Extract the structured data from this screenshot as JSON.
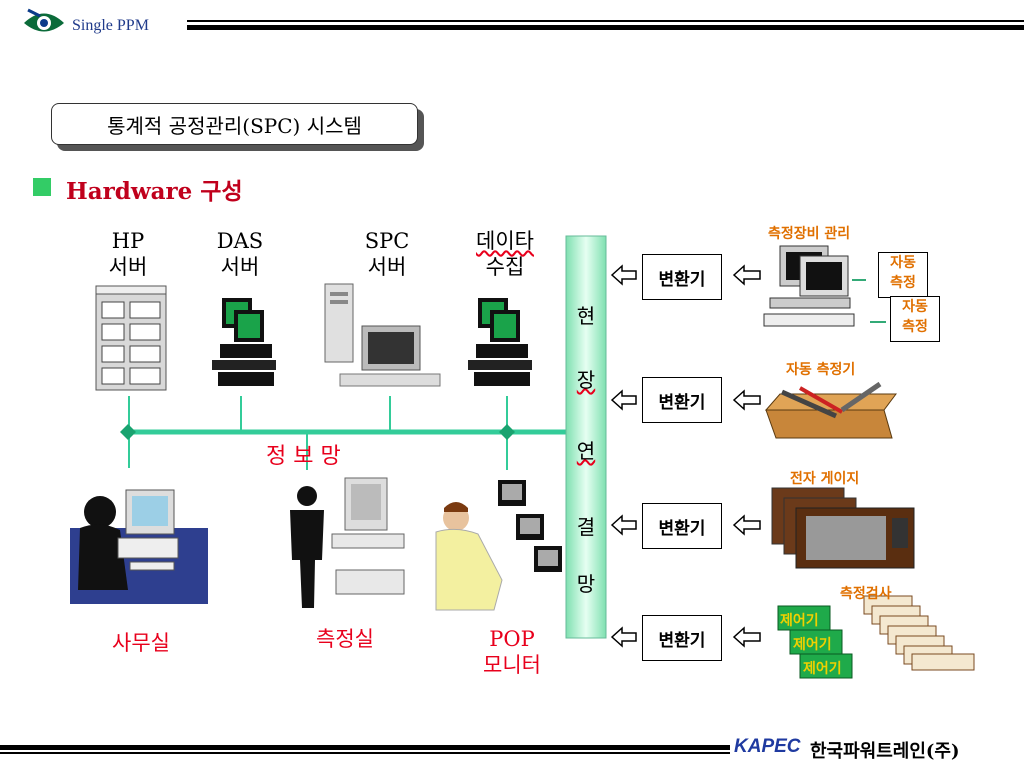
{
  "header": {
    "app_title": "Single PPM",
    "logo_icon": "eye-logo-icon"
  },
  "title_box": "통계적 공정관리(SPC) 시스템",
  "section_heading": "Hardware 구성",
  "colors": {
    "accent_green": "#33cc99",
    "heading_red": "#c0001c",
    "label_red": "#e8001c",
    "label_orange": "#e07000"
  },
  "servers": [
    {
      "line1": "HP",
      "line2": "서버"
    },
    {
      "line1": "DAS",
      "line2": "서버"
    },
    {
      "line1": "SPC",
      "line2": "서버"
    },
    {
      "line1": "데이타",
      "line2": "수집"
    }
  ],
  "network_label": "정 보 망",
  "field_network_label": [
    "현",
    "장",
    "연",
    "결",
    "망"
  ],
  "bottom_nodes": {
    "office": "사무실",
    "measure_room": "측정실",
    "pop_line1": "POP",
    "pop_line2": "모니터"
  },
  "right": {
    "converter_label": "변환기",
    "group1_title": "측정장비 관리",
    "auto_measure_1": "자동\n측정",
    "auto_measure_2": "자동\n측정",
    "group2_title": "자동 측정기",
    "group3_title": "전자 게이지",
    "group4_title": "측정검사",
    "controllers": [
      "제어기",
      "제어기",
      "제어기"
    ]
  },
  "footer": {
    "brand": "KAPEC",
    "company": "한국파워트레인(주)"
  }
}
